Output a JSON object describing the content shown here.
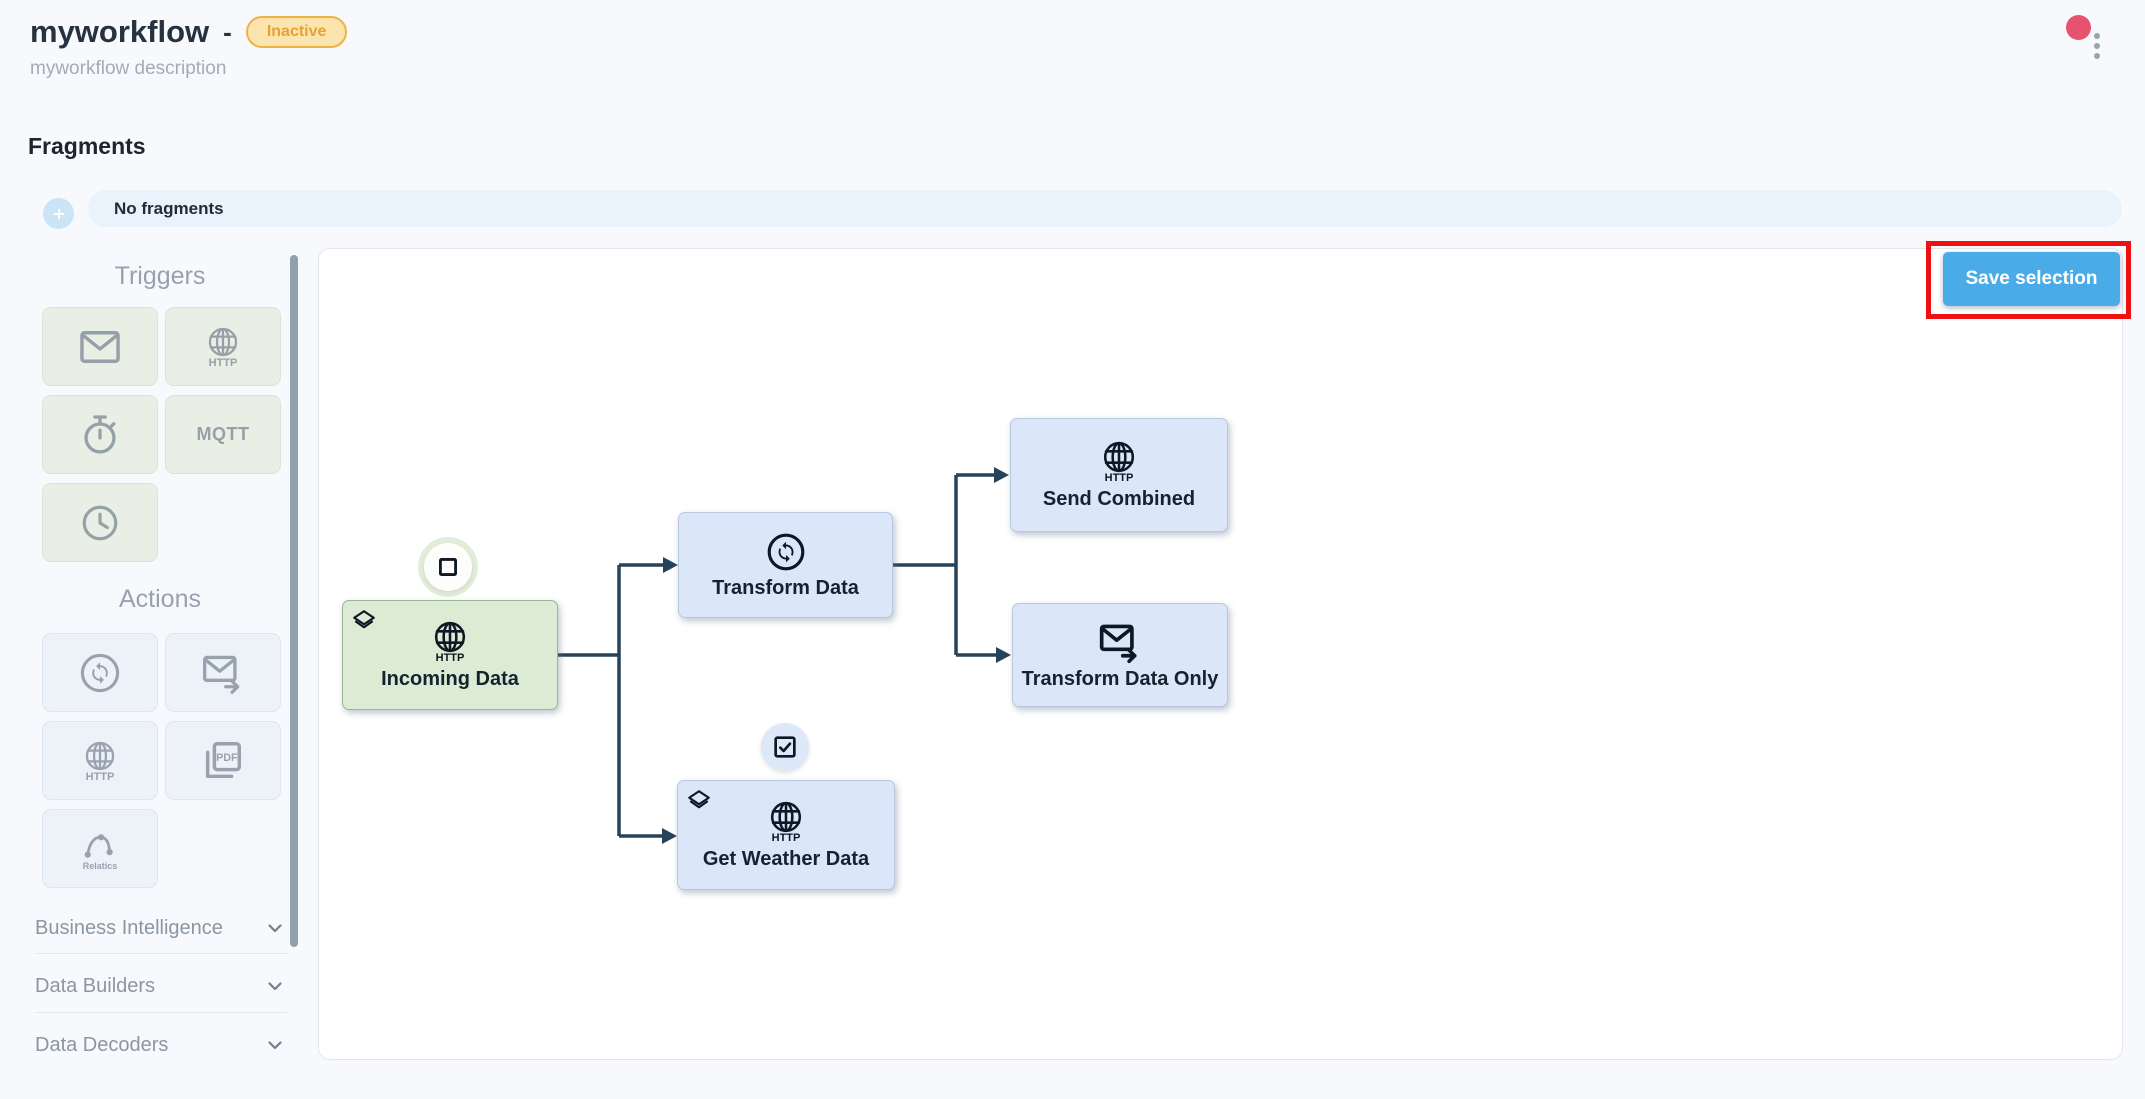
{
  "header": {
    "title": "myworkflow",
    "separator": "-",
    "status_badge": "Inactive",
    "description": "myworkflow description"
  },
  "fragments": {
    "heading": "Fragments",
    "empty_text": "No fragments"
  },
  "palette": {
    "triggers_heading": "Triggers",
    "actions_heading": "Actions",
    "http_label": "HTTP",
    "mqtt_label": "MQTT",
    "pdf_label": "PDF",
    "relatics_label": "Relatics",
    "sections": [
      {
        "label": "Business Intelligence"
      },
      {
        "label": "Data Builders"
      },
      {
        "label": "Data Decoders"
      }
    ]
  },
  "canvas": {
    "save_button_label": "Save selection",
    "http_label": "HTTP",
    "nodes": [
      {
        "label": "Incoming Data"
      },
      {
        "label": "Transform Data"
      },
      {
        "label": "Send Combined"
      },
      {
        "label": "Transform Data Only"
      },
      {
        "label": "Get Weather Data"
      }
    ]
  },
  "colors": {
    "accent_blue": "#4aabe9",
    "badge_amber": "#e7a235",
    "node_green": "#dcebd4",
    "node_blue": "#dbe7f8",
    "connector": "#27435a",
    "annotation_red": "#ee1111",
    "notification_pink": "#e5536f"
  }
}
